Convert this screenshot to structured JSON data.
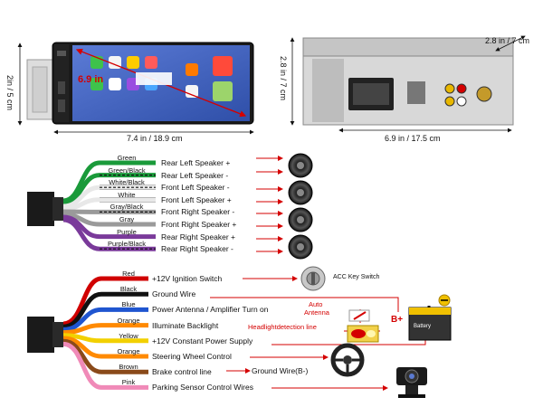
{
  "dimensions": {
    "front_height": "2in / 5 cm",
    "screen_diag": "6.9 in",
    "front_width": "7.4 in / 18.9 cm",
    "back_height": "2.8 in / 7 cm",
    "back_depth": "2.8 in / 7 cm",
    "back_width": "6.9 in / 17.5 cm"
  },
  "speaker_wires": [
    {
      "color_name": "Green",
      "color": "#1a9a3a",
      "function": "Rear Left Speaker +"
    },
    {
      "color_name": "Green/Black",
      "color": "#1a9a3a",
      "function": "Rear Left Speaker -"
    },
    {
      "color_name": "White/Black",
      "color": "#e8e8e8",
      "function": "Front Left Speaker -"
    },
    {
      "color_name": "White",
      "color": "#e8e8e8",
      "function": "Front Left Speaker +"
    },
    {
      "color_name": "Gray/Black",
      "color": "#9a9a9a",
      "function": "Front Right Speaker -"
    },
    {
      "color_name": "Gray",
      "color": "#9a9a9a",
      "function": "Front Right Speaker +"
    },
    {
      "color_name": "Purple",
      "color": "#7a3a9a",
      "function": "Rear Right Speaker +"
    },
    {
      "color_name": "Purple/Black",
      "color": "#7a3a9a",
      "function": "Rear Right Speaker -"
    }
  ],
  "power_wires": [
    {
      "color_name": "Red",
      "color": "#d00000",
      "function": "+12V Ignition Switch"
    },
    {
      "color_name": "Black",
      "color": "#111111",
      "function": "Ground Wire"
    },
    {
      "color_name": "Blue",
      "color": "#1f55d0",
      "function": "Power Antenna / Amplifier Turn on"
    },
    {
      "color_name": "Orange",
      "color": "#ff8a00",
      "function": "Illuminate Backlight"
    },
    {
      "color_name": "Yellow",
      "color": "#f2d000",
      "function": "+12V Constant Power Supply"
    },
    {
      "color_name": "Orange",
      "color": "#ff8a00",
      "function": "Steering Wheel Control"
    },
    {
      "color_name": "Brown",
      "color": "#8a4a1a",
      "function": "Brake control line"
    },
    {
      "color_name": "Pink",
      "color": "#f08ab8",
      "function": "Parking Sensor Control Wires"
    }
  ],
  "annotations": {
    "acc": "ACC Key Switch",
    "auto_antenna_1": "Auto",
    "auto_antenna_2": "Antenna",
    "headlight": "Headlightdetection line",
    "ground_b": "Ground Wire(B-)",
    "b_plus": "B+",
    "battery": "Battery"
  }
}
